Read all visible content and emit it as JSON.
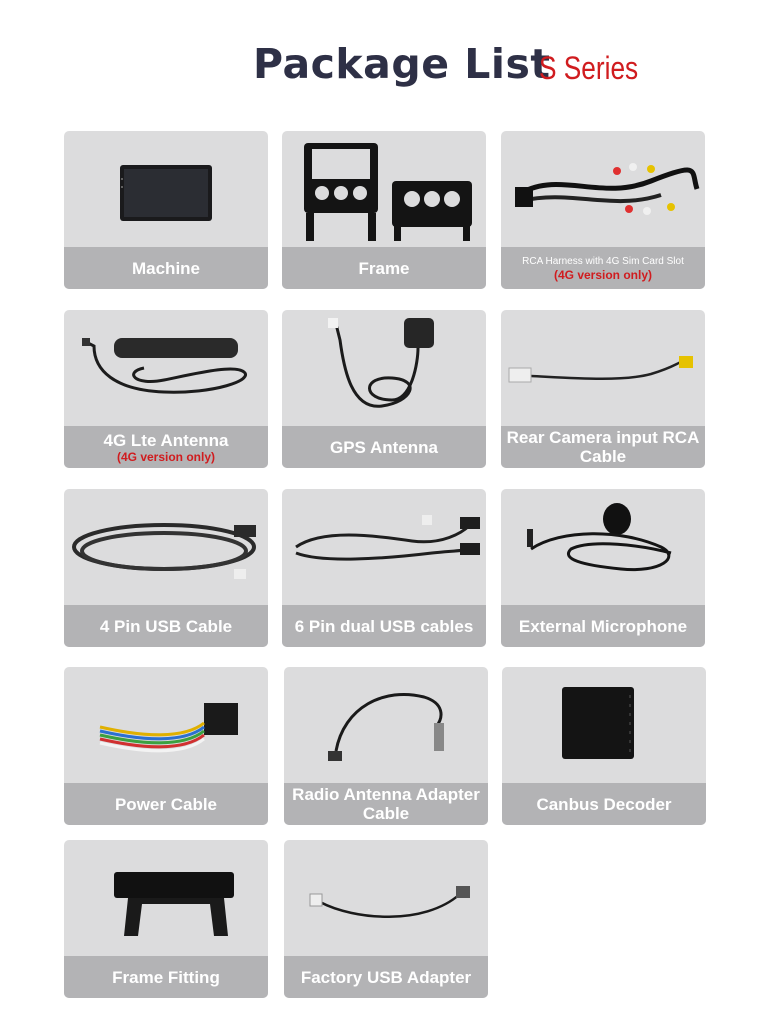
{
  "header": {
    "title": "Package List",
    "series": "S Series"
  },
  "items": [
    {
      "label": "Machine"
    },
    {
      "label": "Frame"
    },
    {
      "label": "RCA Harness with 4G Sim Card Slot",
      "note": "(4G version only)"
    },
    {
      "label": "4G Lte Antenna",
      "note": "(4G version only)"
    },
    {
      "label": "GPS Antenna"
    },
    {
      "label": "Rear Camera input RCA Cable"
    },
    {
      "label": "4 Pin USB Cable"
    },
    {
      "label": "6 Pin dual USB cables"
    },
    {
      "label": "External Microphone"
    },
    {
      "label": "Power Cable"
    },
    {
      "label": "Radio Antenna Adapter Cable"
    },
    {
      "label": "Canbus Decoder"
    },
    {
      "label": "Frame Fitting"
    },
    {
      "label": "Factory USB Adapter"
    }
  ]
}
